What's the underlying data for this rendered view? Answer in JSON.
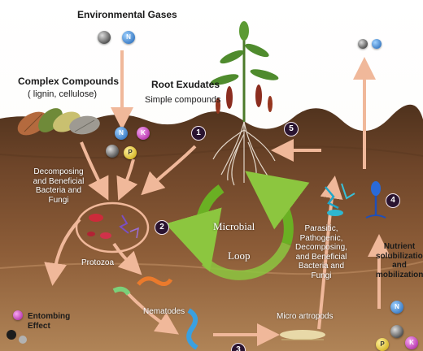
{
  "labels": {
    "environmental_gases": "Environmental Gases",
    "complex_compounds": "Complex Compounds",
    "complex_compounds_sub": "( lignin, cellulose)",
    "root_exudates": "Root Exudates",
    "root_exudates_sub": "Simple compounds",
    "decomposing_bacteria": "Decomposing and Beneficial Bacteria and Fungi",
    "protozoa": "Protozoa",
    "nematodes": "Nematodes",
    "entombing_effect": "Entombing Effect",
    "microbial_loop_1": "Microbial",
    "microbial_loop_2": "Loop",
    "parasitic_group": "Parasitic, Pathogenic, Decomposing, and Beneficial Bacteria and Fungi",
    "micro_artropods": "Micro artropods",
    "nutrient_solubilization": "Nutrient solubilization and mobilization"
  },
  "badges": [
    "1",
    "2",
    "3",
    "4",
    "5"
  ],
  "elements": [
    "N",
    "K",
    "P"
  ],
  "colors": {
    "arrow": "#f0b89a",
    "loop_green": "#8cc63f",
    "soil_top": "#5c3a22",
    "soil_mid": "#8a5a36",
    "soil_deep": "#a9784a",
    "badge_fill": "#2a1430"
  }
}
